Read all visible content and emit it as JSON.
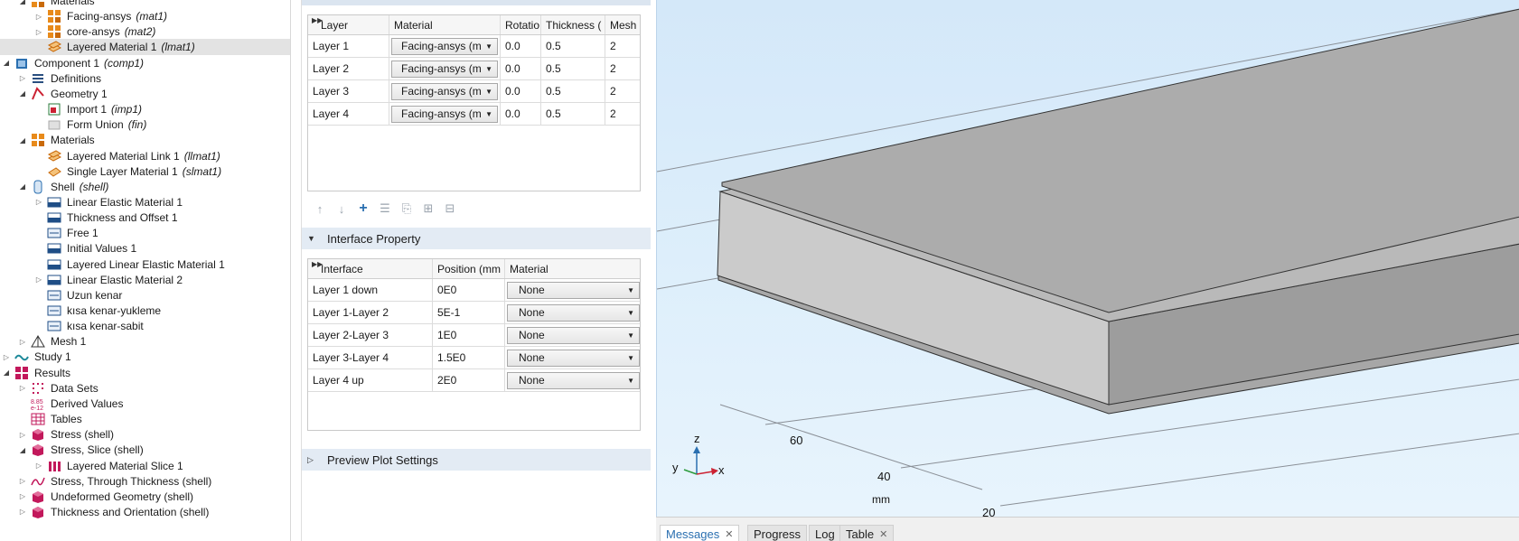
{
  "tree": [
    {
      "label": "Materials",
      "tag": "",
      "indent": 1,
      "arrow": "expanded",
      "icon": "materials-icon",
      "selected": false
    },
    {
      "label": "Facing-ansys",
      "tag": "(mat1)",
      "indent": 2,
      "arrow": "collapsed",
      "icon": "material-icon",
      "selected": false
    },
    {
      "label": "core-ansys",
      "tag": "(mat2)",
      "indent": 2,
      "arrow": "collapsed",
      "icon": "material-icon",
      "selected": false
    },
    {
      "label": "Layered Material 1",
      "tag": "(lmat1)",
      "indent": 2,
      "arrow": "none",
      "icon": "layered-material-icon",
      "selected": true
    },
    {
      "label": "Component 1",
      "tag": "(comp1)",
      "indent": 0,
      "arrow": "expanded",
      "icon": "component-icon",
      "selected": false
    },
    {
      "label": "Definitions",
      "tag": "",
      "indent": 1,
      "arrow": "collapsed",
      "icon": "definitions-icon",
      "selected": false
    },
    {
      "label": "Geometry 1",
      "tag": "",
      "indent": 1,
      "arrow": "expanded",
      "icon": "geometry-icon",
      "selected": false
    },
    {
      "label": "Import 1",
      "tag": "(imp1)",
      "indent": 2,
      "arrow": "none",
      "icon": "import-icon",
      "selected": false
    },
    {
      "label": "Form Union",
      "tag": "(fin)",
      "indent": 2,
      "arrow": "none",
      "icon": "form-union-icon",
      "selected": false
    },
    {
      "label": "Materials",
      "tag": "",
      "indent": 1,
      "arrow": "expanded",
      "icon": "materials-icon",
      "selected": false
    },
    {
      "label": "Layered Material Link 1",
      "tag": "(llmat1)",
      "indent": 2,
      "arrow": "none",
      "icon": "layered-material-icon",
      "selected": false
    },
    {
      "label": "Single Layer Material 1",
      "tag": "(slmat1)",
      "indent": 2,
      "arrow": "none",
      "icon": "single-layer-icon",
      "selected": false
    },
    {
      "label": "Shell",
      "tag": "(shell)",
      "indent": 1,
      "arrow": "expanded",
      "icon": "shell-icon",
      "selected": false
    },
    {
      "label": "Linear Elastic Material 1",
      "tag": "",
      "indent": 2,
      "arrow": "collapsed",
      "icon": "physics-node-icon",
      "selected": false
    },
    {
      "label": "Thickness and Offset 1",
      "tag": "",
      "indent": 2,
      "arrow": "none",
      "icon": "physics-node-icon",
      "selected": false
    },
    {
      "label": "Free 1",
      "tag": "",
      "indent": 2,
      "arrow": "none",
      "icon": "boundary-icon",
      "selected": false
    },
    {
      "label": "Initial Values 1",
      "tag": "",
      "indent": 2,
      "arrow": "none",
      "icon": "physics-node-icon",
      "selected": false
    },
    {
      "label": "Layered Linear Elastic Material 1",
      "tag": "",
      "indent": 2,
      "arrow": "none",
      "icon": "physics-node-icon",
      "selected": false
    },
    {
      "label": "Linear Elastic Material 2",
      "tag": "",
      "indent": 2,
      "arrow": "collapsed",
      "icon": "physics-node-icon",
      "selected": false
    },
    {
      "label": "Uzun kenar",
      "tag": "",
      "indent": 2,
      "arrow": "none",
      "icon": "boundary-icon",
      "selected": false
    },
    {
      "label": "kısa kenar-yukleme",
      "tag": "",
      "indent": 2,
      "arrow": "none",
      "icon": "boundary-icon",
      "selected": false
    },
    {
      "label": "kısa kenar-sabit",
      "tag": "",
      "indent": 2,
      "arrow": "none",
      "icon": "boundary-icon",
      "selected": false
    },
    {
      "label": "Mesh 1",
      "tag": "",
      "indent": 1,
      "arrow": "collapsed",
      "icon": "mesh-icon",
      "selected": false
    },
    {
      "label": "Study 1",
      "tag": "",
      "indent": 0,
      "arrow": "collapsed",
      "icon": "study-icon",
      "selected": false
    },
    {
      "label": "Results",
      "tag": "",
      "indent": 0,
      "arrow": "expanded",
      "icon": "results-icon",
      "selected": false
    },
    {
      "label": "Data Sets",
      "tag": "",
      "indent": 1,
      "arrow": "collapsed",
      "icon": "data-sets-icon",
      "selected": false
    },
    {
      "label": "Derived Values",
      "tag": "",
      "indent": 1,
      "arrow": "none",
      "icon": "derived-values-icon",
      "selected": false
    },
    {
      "label": "Tables",
      "tag": "",
      "indent": 1,
      "arrow": "none",
      "icon": "tables-icon",
      "selected": false
    },
    {
      "label": "Stress (shell)",
      "tag": "",
      "indent": 1,
      "arrow": "collapsed",
      "icon": "plot-group-icon",
      "selected": false
    },
    {
      "label": "Stress, Slice (shell)",
      "tag": "",
      "indent": 1,
      "arrow": "expanded",
      "icon": "plot-group-icon",
      "selected": false
    },
    {
      "label": "Layered Material Slice 1",
      "tag": "",
      "indent": 2,
      "arrow": "collapsed",
      "icon": "slice-plot-icon",
      "selected": false
    },
    {
      "label": "Stress, Through Thickness (shell)",
      "tag": "",
      "indent": 1,
      "arrow": "collapsed",
      "icon": "line-plot-icon",
      "selected": false
    },
    {
      "label": "Undeformed Geometry (shell)",
      "tag": "",
      "indent": 1,
      "arrow": "collapsed",
      "icon": "plot-group-icon",
      "selected": false
    },
    {
      "label": "Thickness and Orientation (shell)",
      "tag": "",
      "indent": 1,
      "arrow": "collapsed",
      "icon": "plot-group-icon",
      "selected": false
    }
  ],
  "layers_table": {
    "headers": [
      "Layer",
      "Material",
      "Rotatio",
      "Thickness (",
      "Mesh"
    ],
    "rows": [
      {
        "layer": "Layer 1",
        "material": "Facing-ansys (m",
        "rotation": "0.0",
        "thickness": "0.5",
        "mesh": "2"
      },
      {
        "layer": "Layer 2",
        "material": "Facing-ansys (m",
        "rotation": "0.0",
        "thickness": "0.5",
        "mesh": "2"
      },
      {
        "layer": "Layer 3",
        "material": "Facing-ansys (m",
        "rotation": "0.0",
        "thickness": "0.5",
        "mesh": "2"
      },
      {
        "layer": "Layer 4",
        "material": "Facing-ansys (m",
        "rotation": "0.0",
        "thickness": "0.5",
        "mesh": "2"
      }
    ]
  },
  "table_toolbar": [
    "move-up-icon",
    "move-down-icon",
    "add-icon",
    "delete-icon",
    "copy-icon",
    "import-icon",
    "export-icon"
  ],
  "interface_section": {
    "title": "Interface Property",
    "headers": [
      "Interface",
      "Position (mm",
      "Material"
    ],
    "rows": [
      {
        "interface": "Layer 1 down",
        "position": "0E0",
        "material": "None"
      },
      {
        "interface": "Layer 1-Layer 2",
        "position": "5E-1",
        "material": "None"
      },
      {
        "interface": "Layer 2-Layer 3",
        "position": "1E0",
        "material": "None"
      },
      {
        "interface": "Layer 3-Layer 4",
        "position": "1.5E0",
        "material": "None"
      },
      {
        "interface": "Layer 4 up",
        "position": "2E0",
        "material": "None"
      }
    ]
  },
  "preview_section": {
    "title": "Preview Plot Settings"
  },
  "graphics": {
    "axis_labels": {
      "z": "z",
      "y": "y",
      "x": "x"
    },
    "ticks": [
      "60",
      "40",
      "20"
    ],
    "unit": "mm"
  },
  "bottom_tabs": [
    {
      "label": "Messages",
      "active": true,
      "closable": true
    },
    {
      "label": "Progress",
      "active": false,
      "closable": false
    },
    {
      "label": "Log",
      "active": false,
      "closable": false
    },
    {
      "label": "Table",
      "active": false,
      "closable": true
    }
  ],
  "colors": {
    "accent": "#2a6fb0",
    "selection": "#e3e3e3",
    "section_bg": "#e3ebf4",
    "graphics_bg": "#d4e8f9"
  }
}
